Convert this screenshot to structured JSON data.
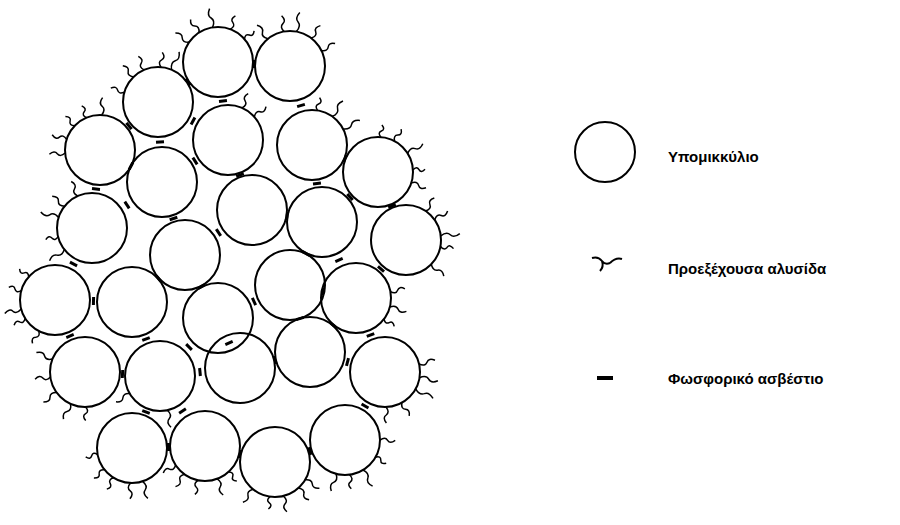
{
  "diagram": {
    "legend": [
      {
        "text": "Υπομικκύλιο"
      },
      {
        "text": "Προεξέχουσα αλυσίδα"
      },
      {
        "text": "Φωσφορικό ασβέστιο"
      }
    ]
  }
}
